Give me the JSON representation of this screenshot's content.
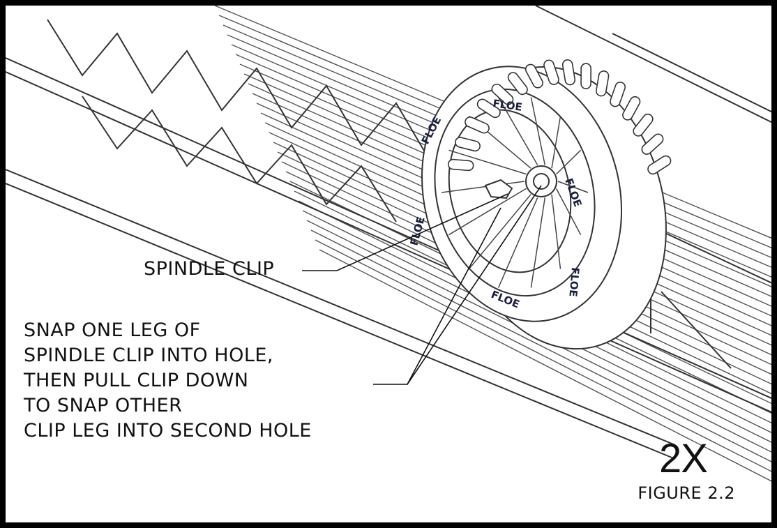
{
  "diagram": {
    "brand_mark": "FLOE",
    "callouts": {
      "spindle_clip": "SPINDLE CLIP",
      "instruction_lines": [
        "SNAP ONE LEG OF",
        "SPINDLE CLIP INTO HOLE,",
        "THEN PULL CLIP DOWN",
        "TO SNAP OTHER",
        "CLIP LEG INTO SECOND HOLE"
      ]
    },
    "quantity": "2X",
    "figure_label": "FIGURE 2.2"
  },
  "colors": {
    "line": "#333333",
    "frame": "#000000",
    "brand": "#1b1f3a"
  }
}
